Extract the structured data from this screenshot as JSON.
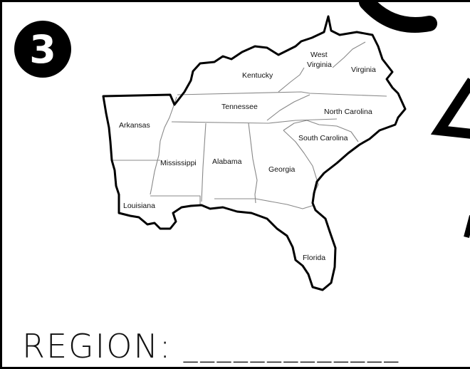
{
  "card": {
    "number": "3"
  },
  "map": {
    "states": [
      "Kentucky",
      "West Virginia",
      "Virginia",
      "Tennessee",
      "North Carolina",
      "South Carolina",
      "Arkansas",
      "Mississippi",
      "Alabama",
      "Georgia",
      "Louisiana",
      "Florida"
    ],
    "label_lines": {
      "kentucky": [
        "Kentucky"
      ],
      "west_virginia": [
        "West",
        "Virginia"
      ],
      "virginia": [
        "Virginia"
      ],
      "tennessee": [
        "Tennessee"
      ],
      "north_carolina": [
        "North Carolina"
      ],
      "south_carolina": [
        "South Carolina"
      ],
      "arkansas": [
        "Arkansas"
      ],
      "mississippi": [
        "Mississippi"
      ],
      "alabama": [
        "Alabama"
      ],
      "georgia": [
        "Georgia"
      ],
      "louisiana": [
        "Louisiana"
      ],
      "florida": [
        "Florida"
      ]
    }
  },
  "region": {
    "label": "REGION:",
    "blank": "_____________"
  },
  "colors": {
    "outline": "#000000",
    "border_lines": "#888888",
    "background": "#ffffff"
  }
}
